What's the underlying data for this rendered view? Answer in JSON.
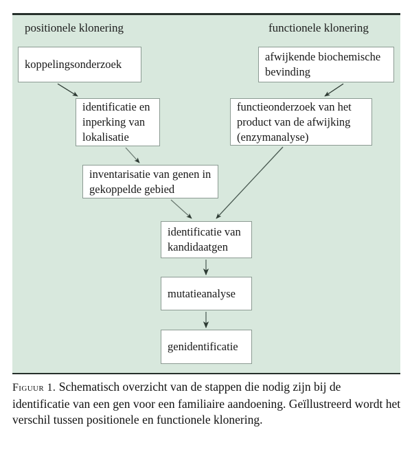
{
  "figure": {
    "panel_background": "#d8e8dd",
    "box_background": "#ffffff",
    "box_border_color": "#8b9a92",
    "rule_color": "#26302b",
    "arrow_color": "#2d3a33",
    "columns": {
      "left_heading": "positionele klonering",
      "right_heading": "functionele klonering"
    },
    "boxes": {
      "koppelingsonderzoek": "koppelingsonderzoek",
      "afwijkende_biochemische_bevinding": "afwijkende biochemische bevinding",
      "identificatie_inperking_lokalisatie": "identificatie en inperking van lokalisatie",
      "functieonderzoek": "functieonderzoek van het product van de afwijking (enzymanalyse)",
      "inventarisatie_genen": "inventarisatie van genen in gekoppelde gebied",
      "identificatie_kandidaatgen": "identificatie van kandidaatgen",
      "mutatieanalyse": "mutatieanalyse",
      "genidentificatie": "genidentificatie"
    },
    "caption": {
      "label": "Figuur 1.",
      "text": " Schematisch overzicht van de stappen die nodig zijn bij de identificatie van een gen voor een familiaire aandoening. Geïllustreerd wordt het verschil tussen positionele en functionele klonering."
    }
  }
}
